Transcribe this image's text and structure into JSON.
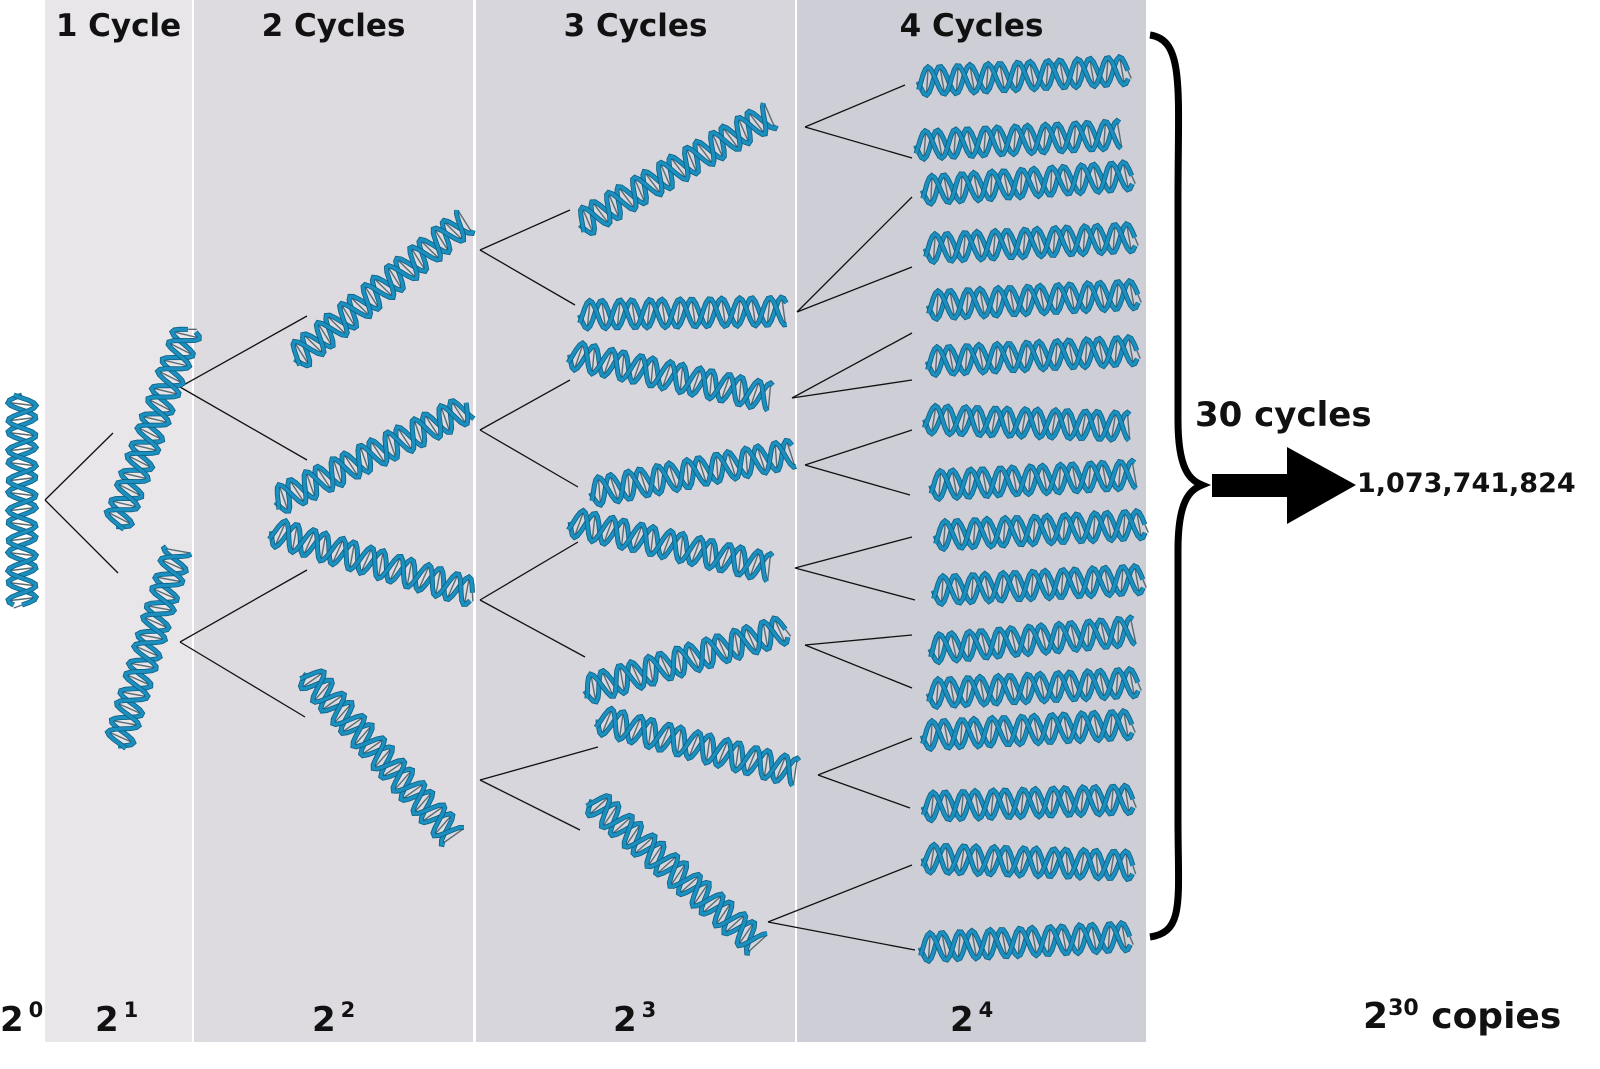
{
  "headers": [
    "1 Cycle",
    "2 Cycles",
    "3 Cycles",
    "4 Cycles"
  ],
  "powers": [
    {
      "base": "2",
      "exp": "0"
    },
    {
      "base": "2",
      "exp": "1"
    },
    {
      "base": "2",
      "exp": "2"
    },
    {
      "base": "2",
      "exp": "3"
    },
    {
      "base": "2",
      "exp": "4"
    }
  ],
  "summary": {
    "cycles_label": "30 cycles",
    "result_count": "1,073,741,824",
    "copies_base": "2",
    "copies_exp": "30",
    "copies_word": "copies"
  },
  "colors": {
    "dna_strand": "#1b8fbf",
    "dna_rung": "#5a6b74",
    "panel1": "#e8e6e9",
    "panel2": "#dddbe0",
    "panel3": "#d7d6dc",
    "panel4": "#cdced6"
  }
}
